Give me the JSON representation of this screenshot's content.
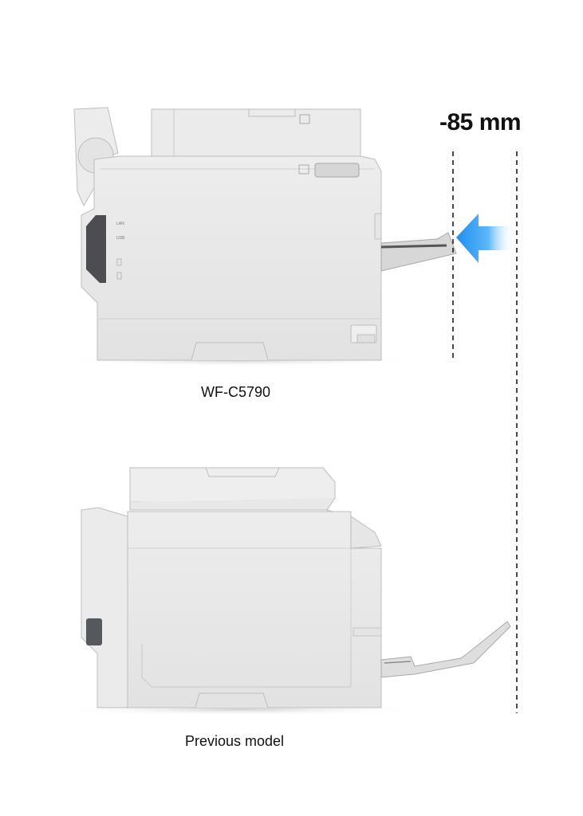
{
  "measurement": {
    "label": "-85 mm"
  },
  "printers": {
    "new_model": {
      "label": "WF-C5790",
      "port_labels": [
        "LAN",
        "USB"
      ]
    },
    "previous_model": {
      "label": "Previous model"
    }
  },
  "arrow": {
    "color": "#1f8ff0",
    "icon": "arrow-left-icon"
  }
}
